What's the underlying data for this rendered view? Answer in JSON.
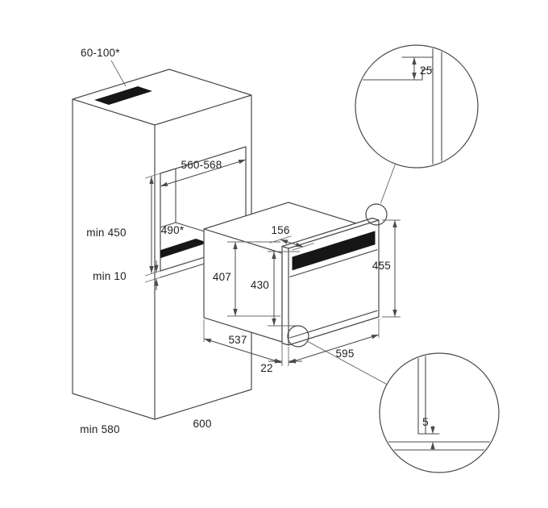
{
  "meta": {
    "background_color": "#ffffff",
    "line_color": "#4a4a4a",
    "dark_fill_color": "#161616",
    "text_color": "#1f1f1f",
    "description_labels_units": "mm"
  },
  "labels": {
    "vent_top": "60-100*",
    "niche_width": "560-568",
    "niche_height": "min 450",
    "vent_cutout": "490*",
    "bottom_gap": "min 10",
    "cabinet_depth": "min 580",
    "cabinet_width": "600",
    "oven_top_depth": "156",
    "oven_height_407": "407",
    "oven_height_430": "430",
    "oven_height_455": "455",
    "oven_depth": "537",
    "oven_width": "595",
    "door_thickness": "22",
    "detail_top_clearance": "25",
    "detail_bottom_clearance": "5"
  }
}
